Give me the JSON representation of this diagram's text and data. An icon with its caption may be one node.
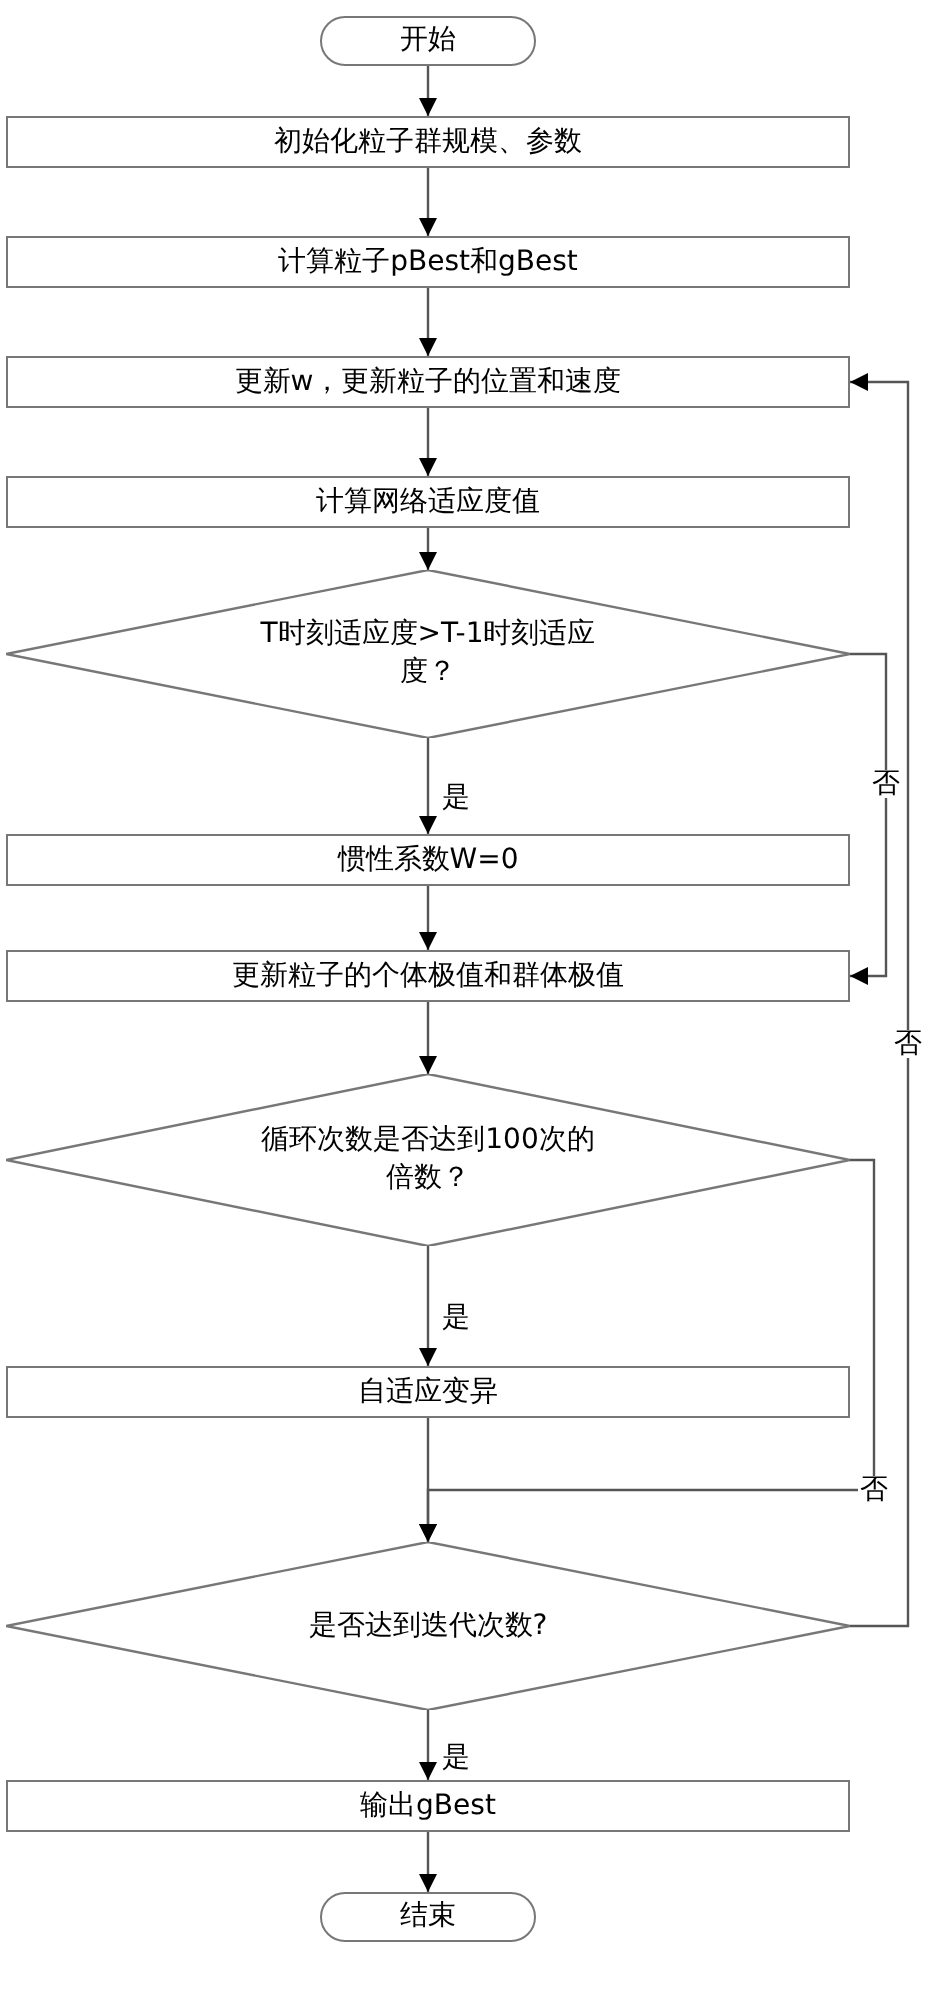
{
  "diagram": {
    "nodes": [
      {
        "text": [
          "开始"
        ]
      },
      {
        "text": [
          "初始化粒子群规模、参数"
        ]
      },
      {
        "text": [
          "计算粒子pBest和gBest"
        ]
      },
      {
        "text": [
          "更新w，更新粒子的位置和速度"
        ]
      },
      {
        "text": [
          "计算网络适应度值"
        ]
      },
      {
        "text": [
          "T时刻适应度>T-1时刻适应度？"
        ]
      },
      {
        "text": [
          "惯性系数W=0"
        ]
      },
      {
        "text": [
          "更新粒子的个体极值和群体极值"
        ]
      },
      {
        "text": [
          "循环次数是否达到100次的倍数？"
        ]
      },
      {
        "text": [
          "自适应变异"
        ]
      },
      {
        "text": [
          "是否达到迭代次数?"
        ]
      },
      {
        "text": [
          "输出gBest"
        ]
      },
      {
        "text": [
          "结束"
        ]
      }
    ],
    "edges": [
      {
        "from": 0,
        "to": 1,
        "arrow": "to"
      },
      {
        "from": 1,
        "to": 2,
        "arrow": "to"
      },
      {
        "from": 2,
        "to": 3,
        "arrow": "to"
      },
      {
        "from": 3,
        "to": 4,
        "arrow": "to"
      },
      {
        "from": 4,
        "to": 5,
        "arrow": "to"
      },
      {
        "from": 5,
        "to": 6,
        "arrow": "to",
        "label": "是"
      },
      {
        "from": 6,
        "to": 7,
        "arrow": "to"
      },
      {
        "from": 5,
        "to": 7,
        "arrow": "to",
        "label": "否"
      },
      {
        "from": 7,
        "to": 8,
        "arrow": "to"
      },
      {
        "from": 8,
        "to": 9,
        "arrow": "to",
        "label": "是"
      },
      {
        "from": 9,
        "to": 10,
        "arrow": "to"
      },
      {
        "from": 8,
        "to": 10,
        "arrow": "to",
        "label": "否"
      },
      {
        "from": 10,
        "to": 11,
        "arrow": "to",
        "label": "是"
      },
      {
        "from": 11,
        "to": 12,
        "arrow": "to"
      },
      {
        "from": 10,
        "to": 3,
        "arrow": "to",
        "label": "否"
      }
    ]
  }
}
